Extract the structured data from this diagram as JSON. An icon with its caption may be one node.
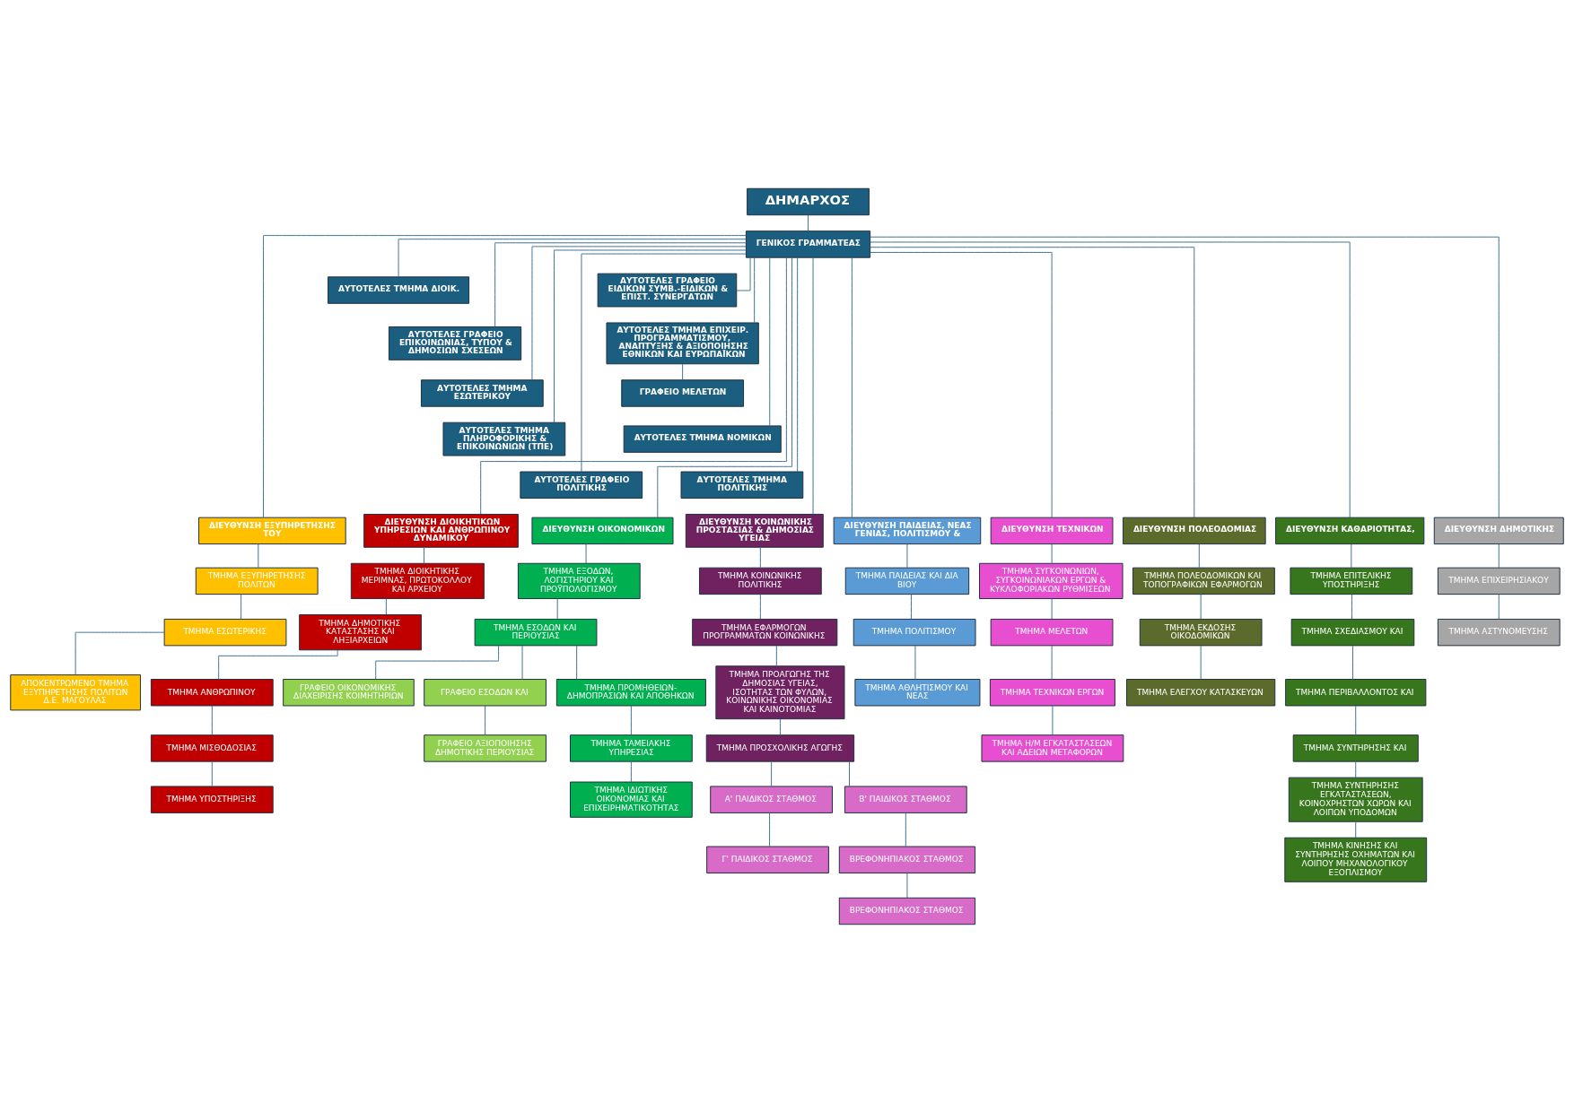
{
  "diagram": {
    "nodes": [
      {
        "text": [
          "ΔΗΜΑΡΧΟΣ"
        ]
      },
      {
        "text": [
          "ΓΕΝΙΚΟΣ ΓΡΑΜΜΑΤΕΑΣ"
        ]
      },
      {
        "text": [
          "ΑΥΤΟΤΕΛΕΣ ΤΜΗΜΑ ΔΙΟΙΚ."
        ]
      },
      {
        "text": [
          "ΑΥΤΟΤΕΛΕΣ ΓΡΑΦΕΙΟ ΕΠΙΚΟΙΝΩΝΙΑΣ, ΤΥΠΟΥ & ΔΗΜΟΣΙΩΝ ΣΧΕΣΕΩΝ"
        ]
      },
      {
        "text": [
          "ΑΥΤΟΤΕΛΕΣ ΤΜΗΜΑ ΕΣΩΤΕΡΙΚΟΥ"
        ]
      },
      {
        "text": [
          "ΑΥΤΟΤΕΛΕΣ ΤΜΗΜΑ ΠΛΗΡΟΦΟΡΙΚΗΣ & ΕΠΙΚΟΙΝΩΝΙΩΝ (ΤΠΕ)"
        ]
      },
      {
        "text": [
          "ΑΥΤΟΤΕΛΕΣ ΓΡΑΦΕΙΟ ΠΟΛΙΤΙΚΗΣ"
        ]
      },
      {
        "text": [
          "ΑΥΤΟΤΕΛΕΣ ΓΡΑΦΕΙΟ ΕΙΔΙΚΩΝ ΣΥΜΒ.-ΕΙΔΙΚΩΝ & ΕΠΙΣΤ. ΣΥΝΕΡΓΑΤΩΝ"
        ]
      },
      {
        "text": [
          "ΑΥΤΟΤΕΛΕΣ ΤΜΗΜΑ ΕΠΙΧΕΙΡ. ΠΡΟΓΡΑΜΜΑΤΙΣΜΟΥ, ΑΝΑΠΤΥΞΗΣ & ΑΞΙΟΠΟΙΗΣΗΣ ΕΘΝΙΚΩΝ ΚΑΙ ΕΥΡΩΠΑΪΚΩΝ"
        ]
      },
      {
        "text": [
          "ΓΡΑΦΕΙΟ ΜΕΛΕΤΩΝ"
        ]
      },
      {
        "text": [
          "ΑΥΤΟΤΕΛΕΣ ΤΜΗΜΑ ΝΟΜΙΚΩΝ"
        ]
      },
      {
        "text": [
          "ΑΥΤΟΤΕΛΕΣ ΤΜΗΜΑ ΠΟΛΙΤΙΚΗΣ"
        ]
      },
      {
        "text": [
          "ΔΙΕΥΘΥΝΣΗ ΕΞΥΠΗΡΕΤΗΣΗΣ ΤΟΥ"
        ]
      },
      {
        "text": [
          "ΤΜΗΜΑ ΕΞΥΠΗΡΕΤΗΣΗΣ ΠΟΛΙΤΩΝ"
        ]
      },
      {
        "text": [
          "ΤΜΗΜΑ ΕΣΩΤΕΡΙΚΗΣ"
        ]
      },
      {
        "text": [
          "ΑΠΟΚΕΝΤΡΩΜΕΝΟ ΤΜΗΜΑ ΕΞΥΠΗΡΕΤΗΣΗΣ ΠΟΛΙΤΩΝ Δ.Ε. ΜΑΓΟΥΛΑΣ"
        ]
      },
      {
        "text": [
          "ΔΙΕΥΘΥΝΣΗ ΔΙΟΙΚΗΤΙΚΩΝ ΥΠΗΡΕΣΙΩΝ ΚΑΙ ΑΝΘΡΩΠΙΝΟΥ ΔΥΝΑΜΙΚΟΥ"
        ]
      },
      {
        "text": [
          "ΤΜΗΜΑ ΔΙΟΙΚΗΤΙΚΗΣ ΜΕΡΙΜΝΑΣ, ΠΡΩΤΟΚΟΛΛΟΥ ΚΑΙ ΑΡΧΕΙΟΥ"
        ]
      },
      {
        "text": [
          "ΤΜΗΜΑ ΔΗΜΟΤΙΚΗΣ ΚΑΤΑΣΤΑΣΗΣ ΚΑΙ ΛΗΞΙΑΡΧΕΙΩΝ"
        ]
      },
      {
        "text": [
          "ΤΜΗΜΑ ΑΝΘΡΩΠΙΝΟΥ"
        ]
      },
      {
        "text": [
          "ΤΜΗΜΑ ΜΙΣΘΟΔΟΣΙΑΣ"
        ]
      },
      {
        "text": [
          "ΤΜΗΜΑ ΥΠΟΣΤΗΡΙΞΗΣ"
        ]
      },
      {
        "text": [
          "ΔΙΕΥΘΥΝΣΗ ΟΙΚΟΝΟΜΙΚΩΝ"
        ]
      },
      {
        "text": [
          "ΤΜΗΜΑ ΕΞΟΔΩΝ, ΛΟΓΙΣΤΗΡΙΟΥ ΚΑΙ ΠΡΟΫΠΟΛΟΓΙΣΜΟΥ"
        ]
      },
      {
        "text": [
          "ΤΜΗΜΑ ΕΣΟΔΩΝ ΚΑΙ ΠΕΡΙΟΥΣΙΑΣ"
        ]
      },
      {
        "text": [
          "ΓΡΑΦΕΙΟ ΟΙΚΟΝΟΜΙΚΗΣ ΔΙΑΧΕΙΡΙΣΗΣ ΚΟΙΜΗΤΗΡΙΩΝ"
        ]
      },
      {
        "text": [
          "ΓΡΑΦΕΙΟ ΕΣΟΔΩΝ ΚΑΙ"
        ]
      },
      {
        "text": [
          "ΓΡΑΦΕΙΟ ΑΞΙΟΠΟΙΗΣΗΣ ΔΗΜΟΤΙΚΗΣ ΠΕΡΙΟΥΣΙΑΣ"
        ]
      },
      {
        "text": [
          "ΤΜΗΜΑ ΠΡΟΜΗΘΕΙΩΝ-ΔΗΜΟΠΡΑΣΙΩΝ ΚΑΙ ΑΠΟΘΗΚΩΝ"
        ]
      },
      {
        "text": [
          "ΤΜΗΜΑ ΤΑΜΕΙΑΚΗΣ ΥΠΗΡΕΣΙΑΣ"
        ]
      },
      {
        "text": [
          "ΤΜΗΜΑ ΙΔΙΩΤΙΚΗΣ ΟΙΚΟΝΟΜΙΑΣ ΚΑΙ ΕΠΙΧΕΙΡΗΜΑΤΙΚΟΤΗΤΑΣ"
        ]
      },
      {
        "text": [
          "ΔΙΕΥΘΥΝΣΗ ΚΟΙΝΩΝΙΚΗΣ ΠΡΟΣΤΑΣΙΑΣ & ΔΗΜΟΣΙΑΣ ΥΓΕΙΑΣ"
        ]
      },
      {
        "text": [
          "ΤΜΗΜΑ ΚΟΙΝΩΝΙΚΗΣ ΠΟΛΙΤΙΚΗΣ"
        ]
      },
      {
        "text": [
          "ΤΜΗΜΑ ΕΦΑΡΜΟΓΩΝ ΠΡΟΓΡΑΜΜΑΤΩΝ ΚΟΙΝΩΝΙΚΗΣ"
        ]
      },
      {
        "text": [
          "ΤΜΗΜΑ ΠΡΟΑΓΩΓΗΣ ΤΗΣ ΔΗΜΟΣΙΑΣ ΥΓΕΙΑΣ, ΙΣΟΤΗΤΑΣ ΤΩΝ ΦΥΛΩΝ, ΚΟΙΝΩΝΙΚΗΣ ΟΙΚΟΝΟΜΙΑΣ ΚΑΙ ΚΑΙΝΟΤΟΜΙΑΣ"
        ]
      },
      {
        "text": [
          "ΤΜΗΜΑ ΠΡΟΣΧΟΛΙΚΗΣ ΑΓΩΓΗΣ"
        ]
      },
      {
        "text": [
          "Α' ΠΑΙΔΙΚΟΣ ΣΤΑΘΜΟΣ"
        ]
      },
      {
        "text": [
          "Β' ΠΑΙΔΙΚΟΣ ΣΤΑΘΜΟΣ"
        ]
      },
      {
        "text": [
          "Γ' ΠΑΙΔΙΚΟΣ ΣΤΑΘΜΟΣ"
        ]
      },
      {
        "text": [
          "ΒΡΕΦΟΝΗΠΙΑΚΟΣ ΣΤΑΘΜΟΣ"
        ]
      },
      {
        "text": [
          "ΒΡΕΦΟΝΗΠΙΑΚΟΣ ΣΤΑΘΜΟΣ"
        ]
      },
      {
        "text": [
          "ΔΙΕΥΘΥΝΣΗ ΠΑΙΔΕΙΑΣ, ΝΕΑΣ ΓΕΝΙΑΣ, ΠΟΛΙΤΙΣΜΟΥ &"
        ]
      },
      {
        "text": [
          "ΤΜΗΜΑ ΠΑΙΔΕΙΑΣ ΚΑΙ ΔΙΑ ΒΙΟΥ"
        ]
      },
      {
        "text": [
          "ΤΜΗΜΑ ΠΟΛΙΤΙΣΜΟΥ"
        ]
      },
      {
        "text": [
          "ΤΜΗΜΑ ΑΘΛΗΤΙΣΜΟΥ ΚΑΙ ΝΕΑΣ"
        ]
      },
      {
        "text": [
          "ΔΙΕΥΘΥΝΣΗ ΤΕΧΝΙΚΩΝ"
        ]
      },
      {
        "text": [
          "ΤΜΗΜΑ ΣΥΓΚΟΙΝΩΝΙΩΝ, ΣΥΓΚΟΙΝΩΝΙΑΚΩΝ ΕΡΓΩΝ & ΚΥΚΛΟΦΟΡΙΑΚΩΝ ΡΥΘΜΙΣΕΩΝ"
        ]
      },
      {
        "text": [
          "ΤΜΗΜΑ ΜΕΛΕΤΩΝ"
        ]
      },
      {
        "text": [
          "ΤΜΗΜΑ ΤΕΧΝΙΚΩΝ ΕΡΓΩΝ"
        ]
      },
      {
        "text": [
          "ΤΜΗΜΑ Η/Μ ΕΓΚΑΤΑΣΤΑΣΕΩΝ ΚΑΙ ΑΔΕΙΩΝ ΜΕΤΑΦΟΡΩΝ"
        ]
      },
      {
        "text": [
          "ΔΙΕΥΘΥΝΣΗ ΠΟΛΕΟΔΟΜΙΑΣ"
        ]
      },
      {
        "text": [
          "ΤΜΗΜΑ ΠΟΛΕΟΔΟΜΙΚΩΝ ΚΑΙ ΤΟΠΟΓΡΑΦΙΚΩΝ ΕΦΑΡΜΟΓΩΝ"
        ]
      },
      {
        "text": [
          "ΤΜΗΜΑ ΕΚΔΟΣΗΣ ΟΙΚΟΔΟΜΙΚΩΝ"
        ]
      },
      {
        "text": [
          "ΤΜΗΜΑ ΕΛΕΓΧΟΥ ΚΑΤΑΣΚΕΥΩΝ"
        ]
      },
      {
        "text": [
          "ΔΙΕΥΘΥΝΣΗ ΚΑΘΑΡΙΟΤΗΤΑΣ,"
        ]
      },
      {
        "text": [
          "ΤΜΗΜΑ ΕΠΙΤΕΛΙΚΗΣ ΥΠΟΣΤΗΡΙΞΗΣ"
        ]
      },
      {
        "text": [
          "ΤΜΗΜΑ ΣΧΕΔΙΑΣΜΟΥ ΚΑΙ"
        ]
      },
      {
        "text": [
          "ΤΜΗΜΑ ΠΕΡΙΒΑΛΛΟΝΤΟΣ ΚΑΙ"
        ]
      },
      {
        "text": [
          "ΤΜΗΜΑ ΣΥΝΤΗΡΗΣΗΣ ΚΑΙ"
        ]
      },
      {
        "text": [
          "ΤΜΗΜΑ ΣΥΝΤΗΡΗΣΗΣ ΕΓΚΑΤΑΣΤΑΣΕΩΝ, ΚΟΙΝΟΧΡΗΣΤΩΝ ΧΩΡΩΝ ΚΑΙ ΛΟΙΠΩΝ ΥΠΟΔΟΜΩΝ"
        ]
      },
      {
        "text": [
          "ΤΜΗΜΑ ΚΙΝΗΣΗΣ ΚΑΙ ΣΥΝΤΗΡΗΣΗΣ ΟΧΗΜΑΤΩΝ ΚΑΙ ΛΟΙΠΟΥ ΜΗΧΑΝΟΛΟΓΙΚΟΥ ΕΞΟΠΛΙΣΜΟΥ"
        ]
      },
      {
        "text": [
          "ΔΙΕΥΘΥΝΣΗ ΔΗΜΟΤΙΚΗΣ"
        ]
      },
      {
        "text": [
          "ΤΜΗΜΑ ΕΠΙΧΕΙΡΗΣΙΑΚΟΥ"
        ]
      },
      {
        "text": [
          "ΤΜΗΜΑ ΑΣΤΥΝΟΜΕΥΣΗΣ"
        ]
      }
    ],
    "edges": [
      {
        "from": 0,
        "to": 1,
        "arrow": "none"
      },
      {
        "from": 1,
        "to": 2,
        "arrow": "none"
      },
      {
        "from": 1,
        "to": 3,
        "arrow": "none"
      },
      {
        "from": 1,
        "to": 4,
        "arrow": "none"
      },
      {
        "from": 1,
        "to": 5,
        "arrow": "none"
      },
      {
        "from": 1,
        "to": 6,
        "arrow": "none"
      },
      {
        "from": 1,
        "to": 7,
        "arrow": "none"
      },
      {
        "from": 1,
        "to": 8,
        "arrow": "none"
      },
      {
        "from": 8,
        "to": 9,
        "arrow": "none"
      },
      {
        "from": 1,
        "to": 10,
        "arrow": "none"
      },
      {
        "from": 1,
        "to": 11,
        "arrow": "none"
      },
      {
        "from": 1,
        "to": 12,
        "arrow": "none"
      },
      {
        "from": 12,
        "to": 13,
        "arrow": "none"
      },
      {
        "from": 13,
        "to": 14,
        "arrow": "none"
      },
      {
        "from": 14,
        "to": 15,
        "arrow": "none"
      },
      {
        "from": 1,
        "to": 16,
        "arrow": "none"
      },
      {
        "from": 16,
        "to": 17,
        "arrow": "none"
      },
      {
        "from": 17,
        "to": 18,
        "arrow": "none"
      },
      {
        "from": 18,
        "to": 19,
        "arrow": "none"
      },
      {
        "from": 19,
        "to": 20,
        "arrow": "none"
      },
      {
        "from": 20,
        "to": 21,
        "arrow": "none"
      },
      {
        "from": 1,
        "to": 22,
        "arrow": "none"
      },
      {
        "from": 22,
        "to": 23,
        "arrow": "none"
      },
      {
        "from": 23,
        "to": 24,
        "arrow": "none"
      },
      {
        "from": 24,
        "to": 25,
        "arrow": "none"
      },
      {
        "from": 24,
        "to": 26,
        "arrow": "none"
      },
      {
        "from": 26,
        "to": 27,
        "arrow": "none"
      },
      {
        "from": 24,
        "to": 28,
        "arrow": "none"
      },
      {
        "from": 28,
        "to": 29,
        "arrow": "none"
      },
      {
        "from": 29,
        "to": 30,
        "arrow": "none"
      },
      {
        "from": 1,
        "to": 31,
        "arrow": "none"
      },
      {
        "from": 31,
        "to": 32,
        "arrow": "none"
      },
      {
        "from": 32,
        "to": 33,
        "arrow": "none"
      },
      {
        "from": 33,
        "to": 34,
        "arrow": "none"
      },
      {
        "from": 34,
        "to": 35,
        "arrow": "none"
      },
      {
        "from": 35,
        "to": 36,
        "arrow": "none"
      },
      {
        "from": 35,
        "to": 37,
        "arrow": "none"
      },
      {
        "from": 36,
        "to": 38,
        "arrow": "none"
      },
      {
        "from": 37,
        "to": 39,
        "arrow": "none"
      },
      {
        "from": 39,
        "to": 40,
        "arrow": "none"
      },
      {
        "from": 1,
        "to": 41,
        "arrow": "none"
      },
      {
        "from": 41,
        "to": 42,
        "arrow": "none"
      },
      {
        "from": 42,
        "to": 43,
        "arrow": "none"
      },
      {
        "from": 43,
        "to": 44,
        "arrow": "none"
      },
      {
        "from": 1,
        "to": 45,
        "arrow": "none"
      },
      {
        "from": 45,
        "to": 46,
        "arrow": "none"
      },
      {
        "from": 46,
        "to": 47,
        "arrow": "none"
      },
      {
        "from": 47,
        "to": 48,
        "arrow": "none"
      },
      {
        "from": 48,
        "to": 49,
        "arrow": "none"
      },
      {
        "from": 1,
        "to": 50,
        "arrow": "none"
      },
      {
        "from": 50,
        "to": 51,
        "arrow": "none"
      },
      {
        "from": 51,
        "to": 52,
        "arrow": "none"
      },
      {
        "from": 52,
        "to": 53,
        "arrow": "none"
      },
      {
        "from": 1,
        "to": 54,
        "arrow": "none"
      },
      {
        "from": 54,
        "to": 55,
        "arrow": "none"
      },
      {
        "from": 55,
        "to": 56,
        "arrow": "none"
      },
      {
        "from": 56,
        "to": 57,
        "arrow": "none"
      },
      {
        "from": 57,
        "to": 58,
        "arrow": "none"
      },
      {
        "from": 58,
        "to": 59,
        "arrow": "none"
      },
      {
        "from": 59,
        "to": 60,
        "arrow": "none"
      },
      {
        "from": 1,
        "to": 61,
        "arrow": "none"
      },
      {
        "from": 61,
        "to": 62,
        "arrow": "none"
      },
      {
        "from": 62,
        "to": 63,
        "arrow": "none"
      }
    ]
  }
}
